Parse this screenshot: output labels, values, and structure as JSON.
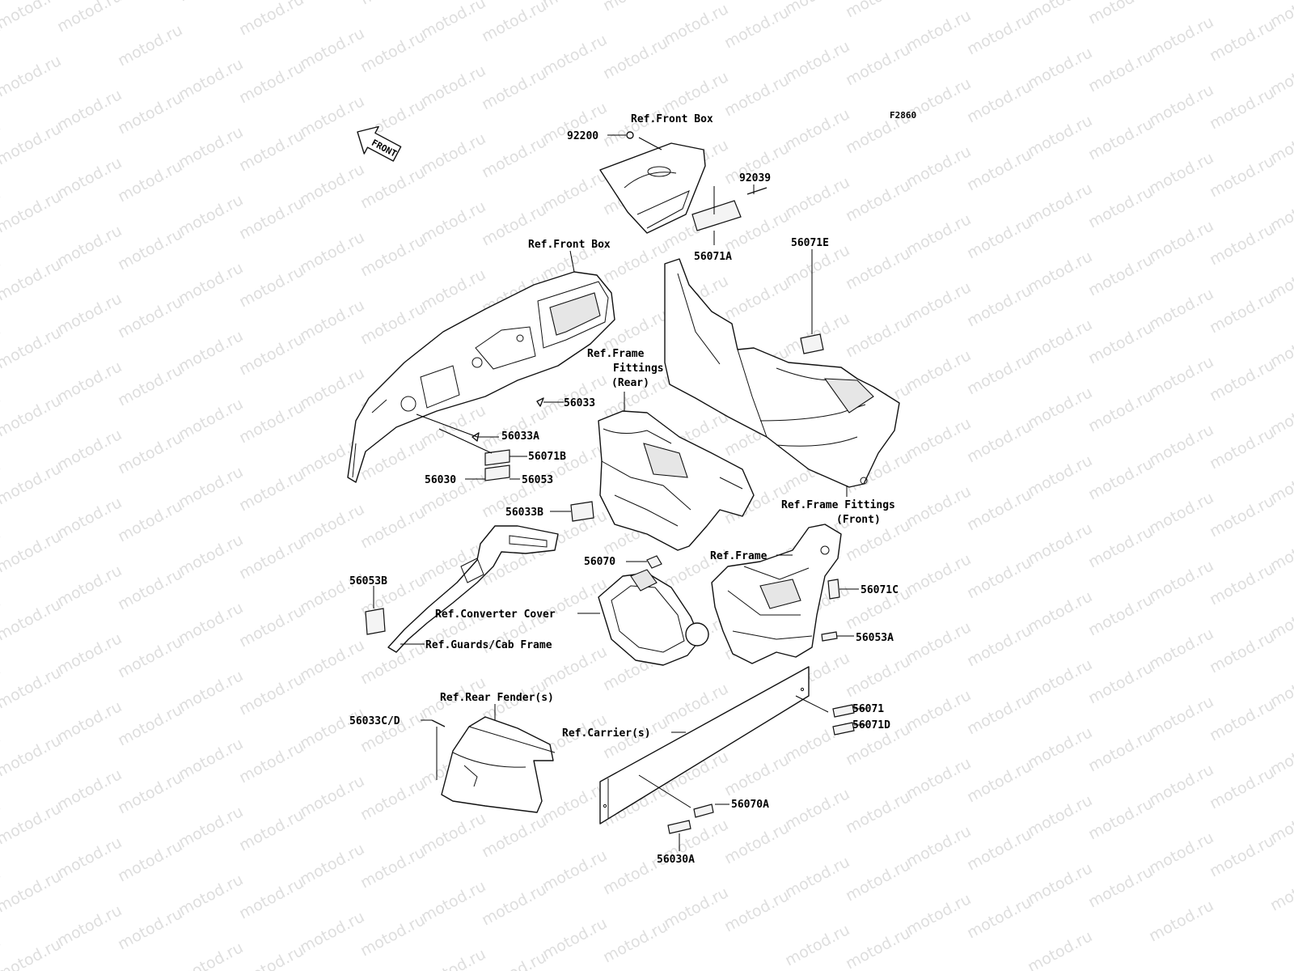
{
  "figure_code": "F2860",
  "watermark": "motod.ru",
  "front_arrow": "FRONT",
  "labels": {
    "p92200": "92200",
    "ref_front_box_top": "Ref.Front Box",
    "p92039": "92039",
    "p56071A": "56071A",
    "ref_front_box": "Ref.Front Box",
    "p56071E": "56071E",
    "ref_frame_fittings_rear_1": "Ref.Frame",
    "ref_frame_fittings_rear_2": "Fittings",
    "ref_frame_fittings_rear_3": "(Rear)",
    "p56033": "56033",
    "p56033A": "56033A",
    "p56071B": "56071B",
    "p56030": "56030",
    "p56053": "56053",
    "ref_frame_fittings_front_1": "Ref.Frame Fittings",
    "ref_frame_fittings_front_2": "(Front)",
    "p56033B": "56033B",
    "p56070": "56070",
    "ref_frame": "Ref.Frame",
    "p56053B": "56053B",
    "p56071C": "56071C",
    "ref_converter_cover": "Ref.Converter Cover",
    "p56053A": "56053A",
    "ref_guards_cab_frame": "Ref.Guards/Cab Frame",
    "ref_rear_fender": "Ref.Rear Fender(s)",
    "p56033CD": "56033C/D",
    "p56071": "56071",
    "ref_carrier": "Ref.Carrier(s)",
    "p56071D": "56071D",
    "p56070A": "56070A",
    "p56030A": "56030A"
  }
}
